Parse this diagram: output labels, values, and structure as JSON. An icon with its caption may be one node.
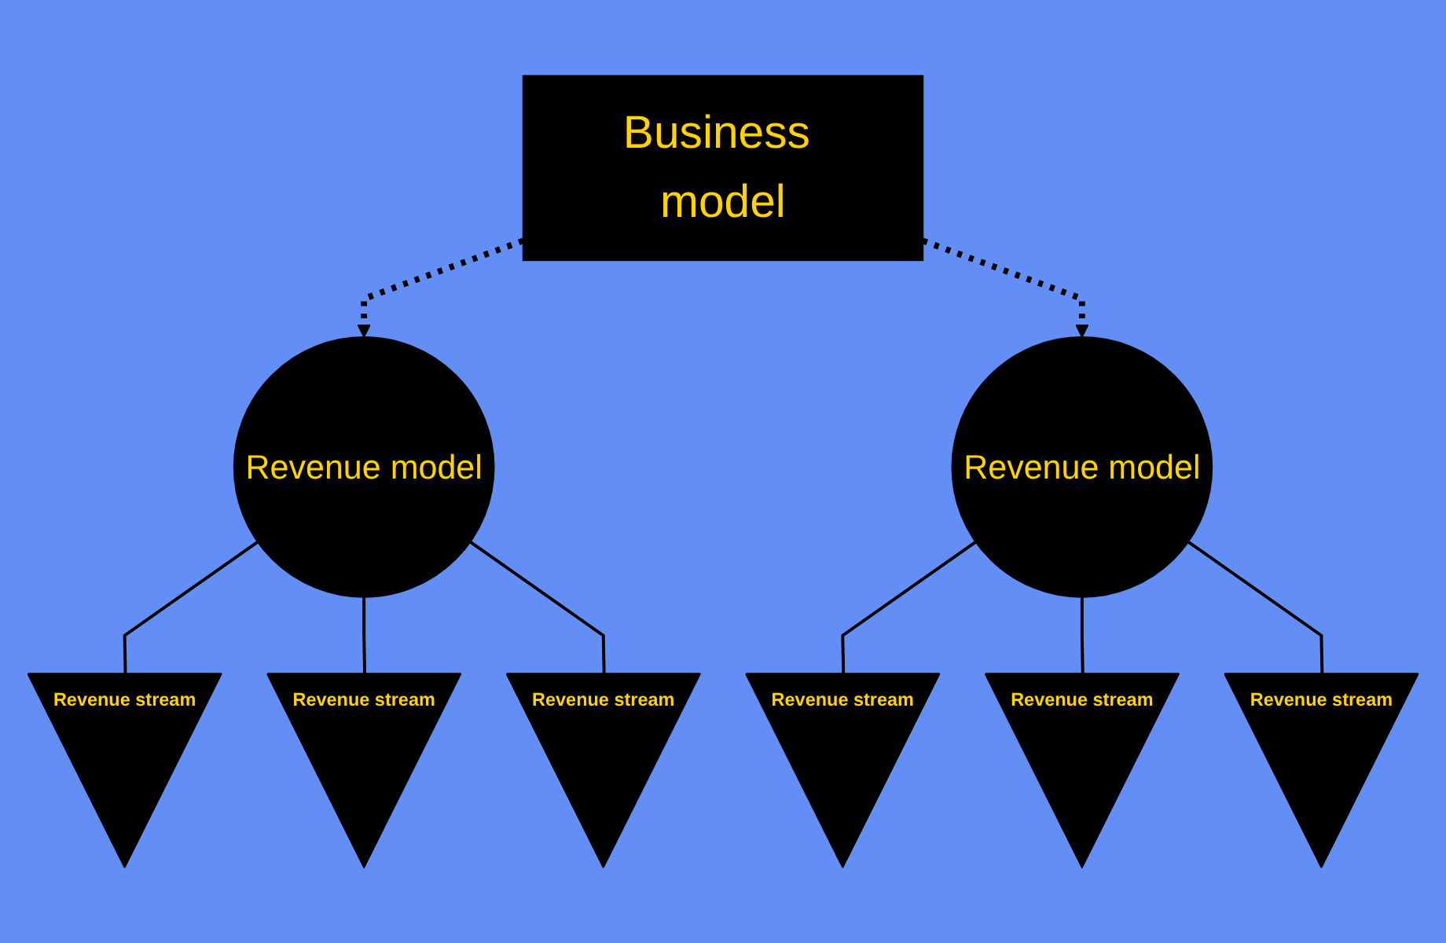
{
  "diagram": {
    "nodes": [
      {
        "text": [
          "Business model"
        ]
      },
      {
        "text": [
          "Revenue model"
        ]
      },
      {
        "text": [
          "Revenue model"
        ]
      },
      {
        "text": [
          "Revenue stream"
        ]
      },
      {
        "text": [
          "Revenue stream"
        ]
      },
      {
        "text": [
          "Revenue stream"
        ]
      },
      {
        "text": [
          "Revenue stream"
        ]
      },
      {
        "text": [
          "Revenue stream"
        ]
      },
      {
        "text": [
          "Revenue stream"
        ]
      }
    ],
    "edges": [
      {
        "from": 0,
        "to": 1,
        "arrow": "to",
        "style": "dashed"
      },
      {
        "from": 0,
        "to": 2,
        "arrow": "to",
        "style": "dashed"
      },
      {
        "from": 1,
        "to": 3,
        "arrow": "none"
      },
      {
        "from": 1,
        "to": 4,
        "arrow": "none"
      },
      {
        "from": 1,
        "to": 5,
        "arrow": "none"
      },
      {
        "from": 2,
        "to": 6,
        "arrow": "none"
      },
      {
        "from": 2,
        "to": 7,
        "arrow": "none"
      },
      {
        "from": 2,
        "to": 8,
        "arrow": "none"
      }
    ]
  }
}
